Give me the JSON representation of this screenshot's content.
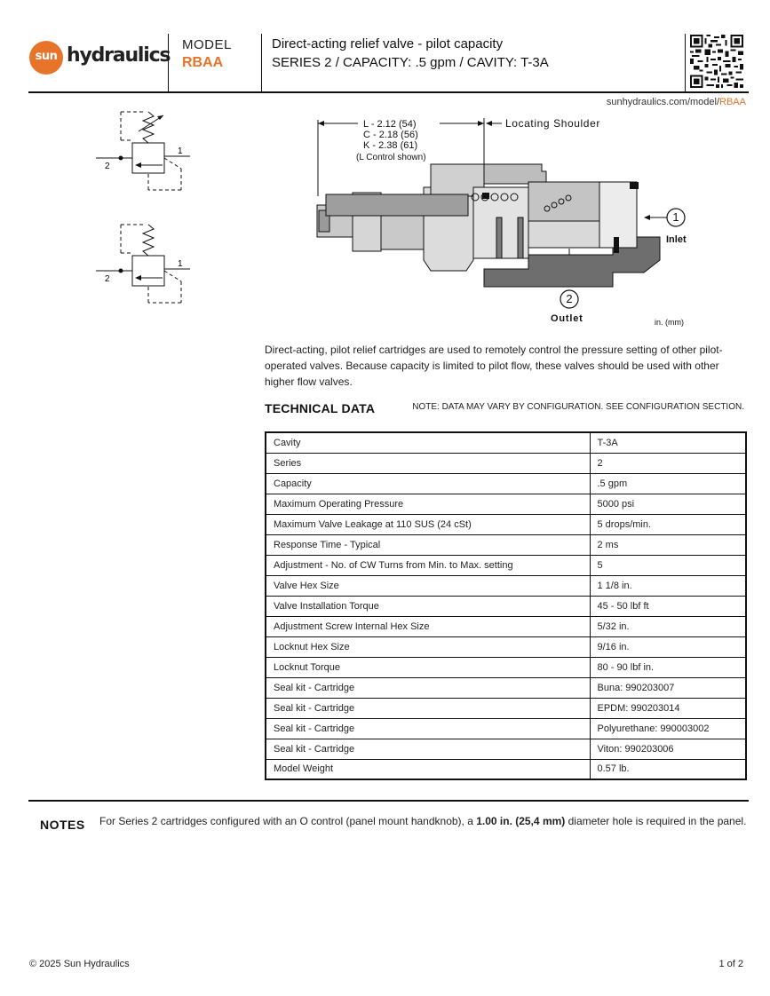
{
  "header": {
    "logo_sun": "sun",
    "logo_word": "hydraulics",
    "model_label": "MODEL",
    "model_code": "RBAA",
    "title_line1": "Direct-acting relief valve - pilot capacity",
    "title_line2": "SERIES 2 / CAPACITY: .5 gpm / CAVITY: T-3A",
    "brand_color": "#e8732a"
  },
  "site_url": {
    "prefix": "sunhydraulics.com/model/",
    "model": "RBAA"
  },
  "schematics": {
    "top": {
      "port1": "1",
      "port2": "2"
    },
    "bottom": {
      "port1": "1",
      "port2": "2"
    }
  },
  "section_drawing": {
    "dim_L": "L - 2.12 (54)",
    "dim_C": "C - 2.18 (56)",
    "dim_K": "K - 2.38 (61)",
    "control_note": "(L Control shown)",
    "locating_shoulder": "Locating Shoulder",
    "port1_num": "1",
    "port1_label": "Inlet",
    "port2_num": "2",
    "port2_label": "Outlet",
    "units": "in. (mm)"
  },
  "description": "Direct-acting, pilot relief cartridges are used to remotely control the pressure setting of other pilot-operated valves. Because capacity is limited to pilot flow, these valves should be used with other higher flow valves.",
  "technical_data": {
    "title": "TECHNICAL DATA",
    "note": "NOTE: DATA MAY VARY BY CONFIGURATION. SEE CONFIGURATION SECTION.",
    "rows": [
      [
        "Cavity",
        "T-3A"
      ],
      [
        "Series",
        "2"
      ],
      [
        "Capacity",
        ".5 gpm"
      ],
      [
        "Maximum Operating Pressure",
        "5000 psi"
      ],
      [
        "Maximum Valve Leakage at 110 SUS (24 cSt)",
        "5 drops/min."
      ],
      [
        "Response Time - Typical",
        "2 ms"
      ],
      [
        "Adjustment - No. of CW Turns from Min. to Max. setting",
        "5"
      ],
      [
        "Valve Hex Size",
        "1 1/8 in."
      ],
      [
        "Valve Installation Torque",
        "45 - 50 lbf ft"
      ],
      [
        "Adjustment Screw Internal Hex Size",
        "5/32 in."
      ],
      [
        "Locknut Hex Size",
        "9/16 in."
      ],
      [
        "Locknut Torque",
        "80 - 90 lbf in."
      ],
      [
        "Seal kit - Cartridge",
        "Buna: 990203007"
      ],
      [
        "Seal kit - Cartridge",
        "EPDM: 990203014"
      ],
      [
        "Seal kit - Cartridge",
        "Polyurethane: 990003002"
      ],
      [
        "Seal kit - Cartridge",
        "Viton: 990203006"
      ],
      [
        "Model Weight",
        "0.57 lb."
      ]
    ]
  },
  "notes": {
    "label": "NOTES",
    "text_before": "For Series 2 cartridges configured with an O control (panel mount handknob), a ",
    "text_bold": "1.00 in. (25,4 mm)",
    "text_after": " diameter hole is required in the panel."
  },
  "footer": {
    "copyright": "© 2025 Sun Hydraulics",
    "page": "1 of 2"
  }
}
